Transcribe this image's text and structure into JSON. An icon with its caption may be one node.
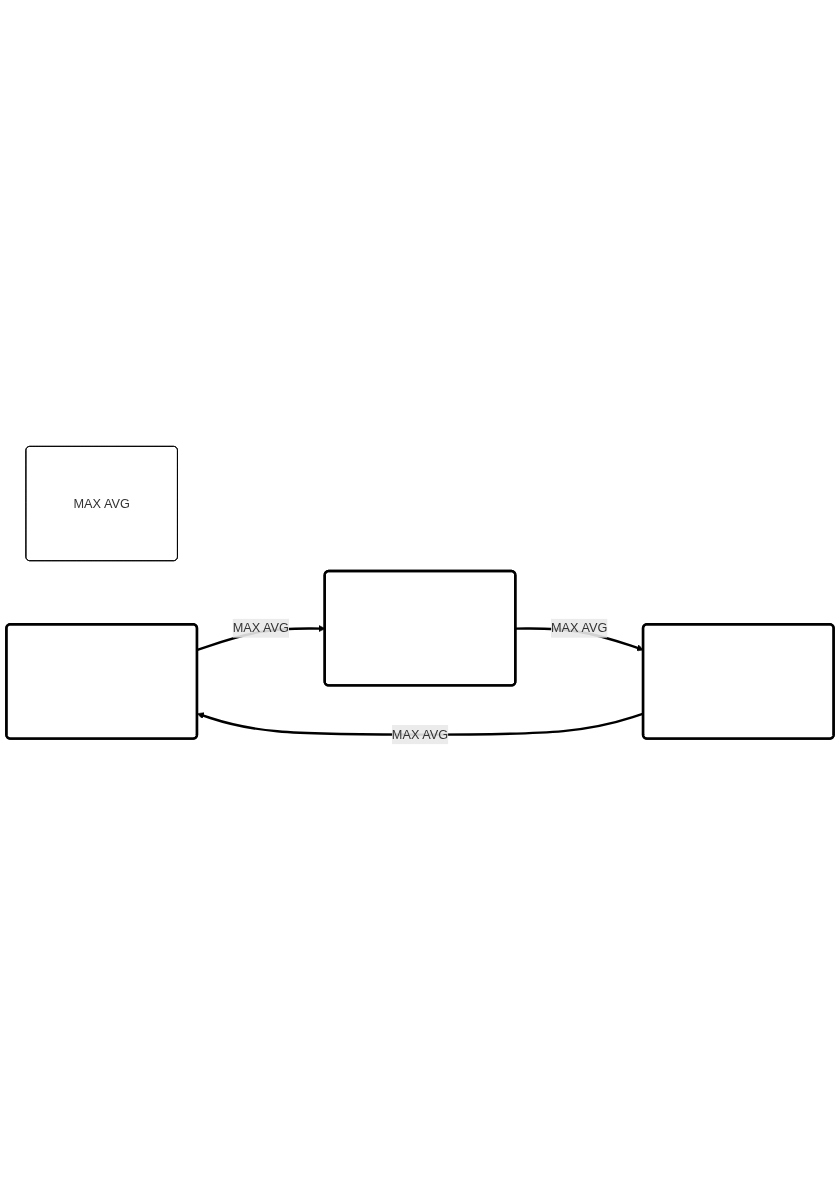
{
  "diagram": {
    "nodes": [
      {
        "text": [
          "MAX AVG"
        ]
      },
      {
        "text": [],
        "shape": "box"
      },
      {
        "text": [],
        "shape": "box"
      },
      {
        "text": [],
        "shape": "box"
      }
    ],
    "edges": [
      {
        "from": 1,
        "to": 2,
        "arrow": "to",
        "label": "MAX AVG"
      },
      {
        "from": 2,
        "to": 3,
        "arrow": "to",
        "label": "MAX AVG"
      },
      {
        "from": 3,
        "to": 1,
        "arrow": "to",
        "label": "MAX AVG"
      }
    ]
  }
}
